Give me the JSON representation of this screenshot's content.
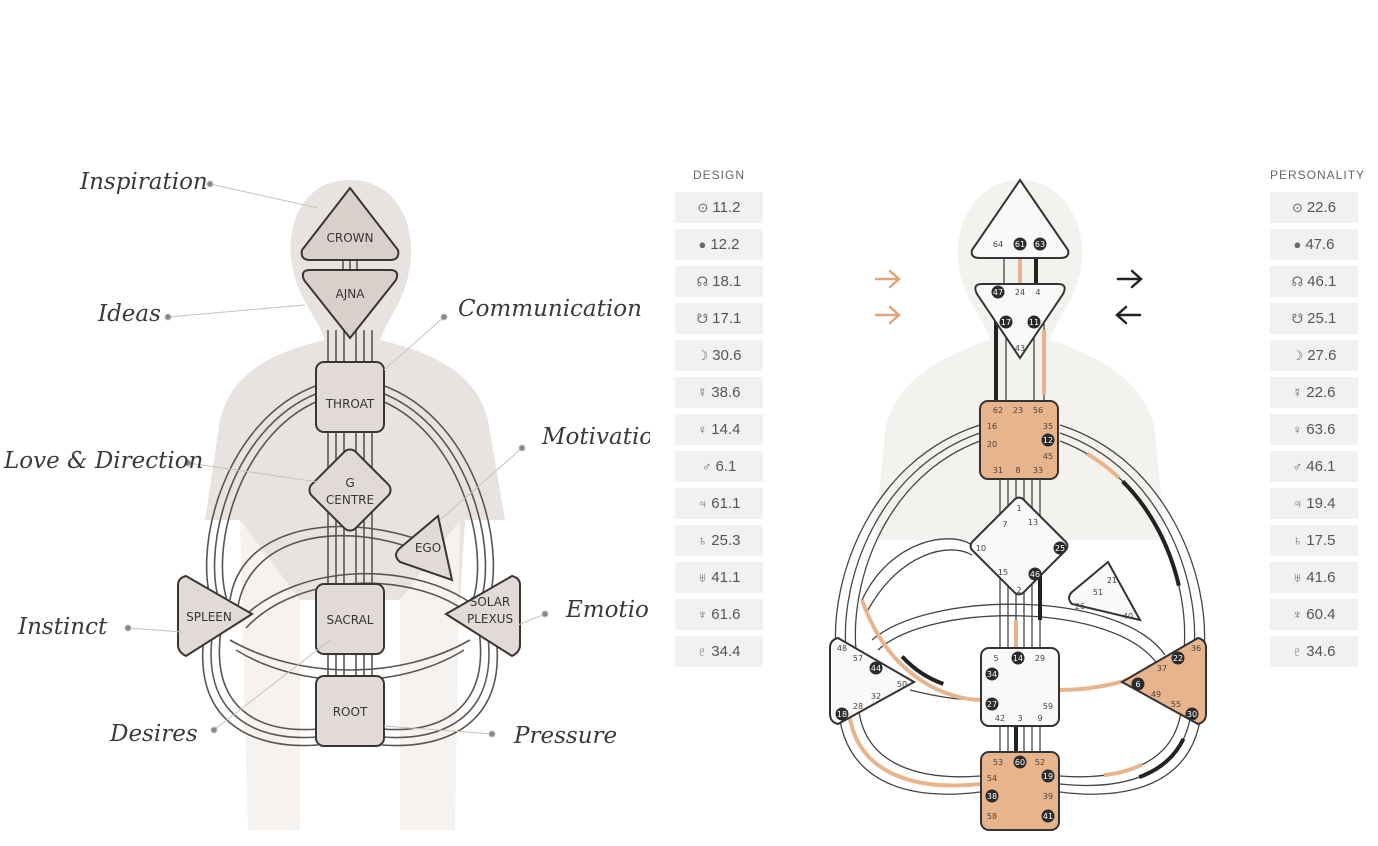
{
  "left_chart": {
    "centers": {
      "crown": "CROWN",
      "ajna": "AJNA",
      "throat": "THROAT",
      "g_line1": "G",
      "g_line2": "CENTRE",
      "ego": "EGO",
      "spleen": "SPLEEN",
      "sacral": "SACRAL",
      "solar_line1": "SOLAR",
      "solar_line2": "PLEXUS",
      "root": "ROOT"
    },
    "labels": {
      "inspiration": "Inspiration",
      "ideas": "Ideas",
      "communication": "Communication",
      "love_direction": "Love & Direction",
      "motivation": "Motivatio",
      "instinct": "Instinct",
      "emotion": "Emotio",
      "desires": "Desires",
      "pressure": "Pressure"
    }
  },
  "design": {
    "title": "DESIGN",
    "rows": [
      {
        "glyph": "⊙",
        "value": "11.2"
      },
      {
        "glyph": "●",
        "value": "12.2"
      },
      {
        "glyph": "☊",
        "value": "18.1"
      },
      {
        "glyph": "☋",
        "value": "17.1"
      },
      {
        "glyph": "☽",
        "value": "30.6"
      },
      {
        "glyph": "☿",
        "value": "38.6"
      },
      {
        "glyph": "♀",
        "value": "14.4"
      },
      {
        "glyph": "♂",
        "value": "6.1"
      },
      {
        "glyph": "♃",
        "value": "61.1"
      },
      {
        "glyph": "♄",
        "value": "25.3"
      },
      {
        "glyph": "♅",
        "value": "41.1"
      },
      {
        "glyph": "♆",
        "value": "61.6"
      },
      {
        "glyph": "♇",
        "value": "34.4"
      }
    ]
  },
  "personality": {
    "title": "PERSONALITY",
    "rows": [
      {
        "glyph": "⊙",
        "value": "22.6"
      },
      {
        "glyph": "●",
        "value": "47.6"
      },
      {
        "glyph": "☊",
        "value": "46.1"
      },
      {
        "glyph": "☋",
        "value": "25.1"
      },
      {
        "glyph": "☽",
        "value": "27.6"
      },
      {
        "glyph": "☿",
        "value": "22.6"
      },
      {
        "glyph": "♀",
        "value": "63.6"
      },
      {
        "glyph": "♂",
        "value": "46.1"
      },
      {
        "glyph": "♃",
        "value": "19.4"
      },
      {
        "glyph": "♄",
        "value": "17.5"
      },
      {
        "glyph": "♅",
        "value": "41.6"
      },
      {
        "glyph": "♆",
        "value": "60.4"
      },
      {
        "glyph": "♇",
        "value": "34.6"
      }
    ]
  },
  "right_chart": {
    "arrow_left_color": "#e0a57a",
    "arrow_right_color": "#222222",
    "defined_color": "#e8b48c",
    "head_gates": [
      "64",
      "61",
      "63"
    ],
    "ajna_gates": [
      "47",
      "24",
      "4",
      "17",
      "11",
      "43"
    ],
    "throat_gates": [
      "62",
      "23",
      "56",
      "16",
      "35",
      "20",
      "12",
      "45",
      "31",
      "8",
      "33"
    ],
    "g_gates": [
      "1",
      "7",
      "13",
      "10",
      "25",
      "15",
      "46",
      "2"
    ],
    "ego_gates": [
      "21",
      "51",
      "26",
      "40"
    ],
    "spleen_gates": [
      "48",
      "57",
      "44",
      "50",
      "32",
      "28",
      "18"
    ],
    "sacral_gates": [
      "5",
      "14",
      "29",
      "34",
      "59",
      "27",
      "42",
      "3",
      "9"
    ],
    "solar_gates": [
      "36",
      "22",
      "37",
      "6",
      "49",
      "55",
      "30"
    ],
    "root_gates": [
      "53",
      "60",
      "52",
      "54",
      "19",
      "38",
      "39",
      "58",
      "41"
    ]
  }
}
